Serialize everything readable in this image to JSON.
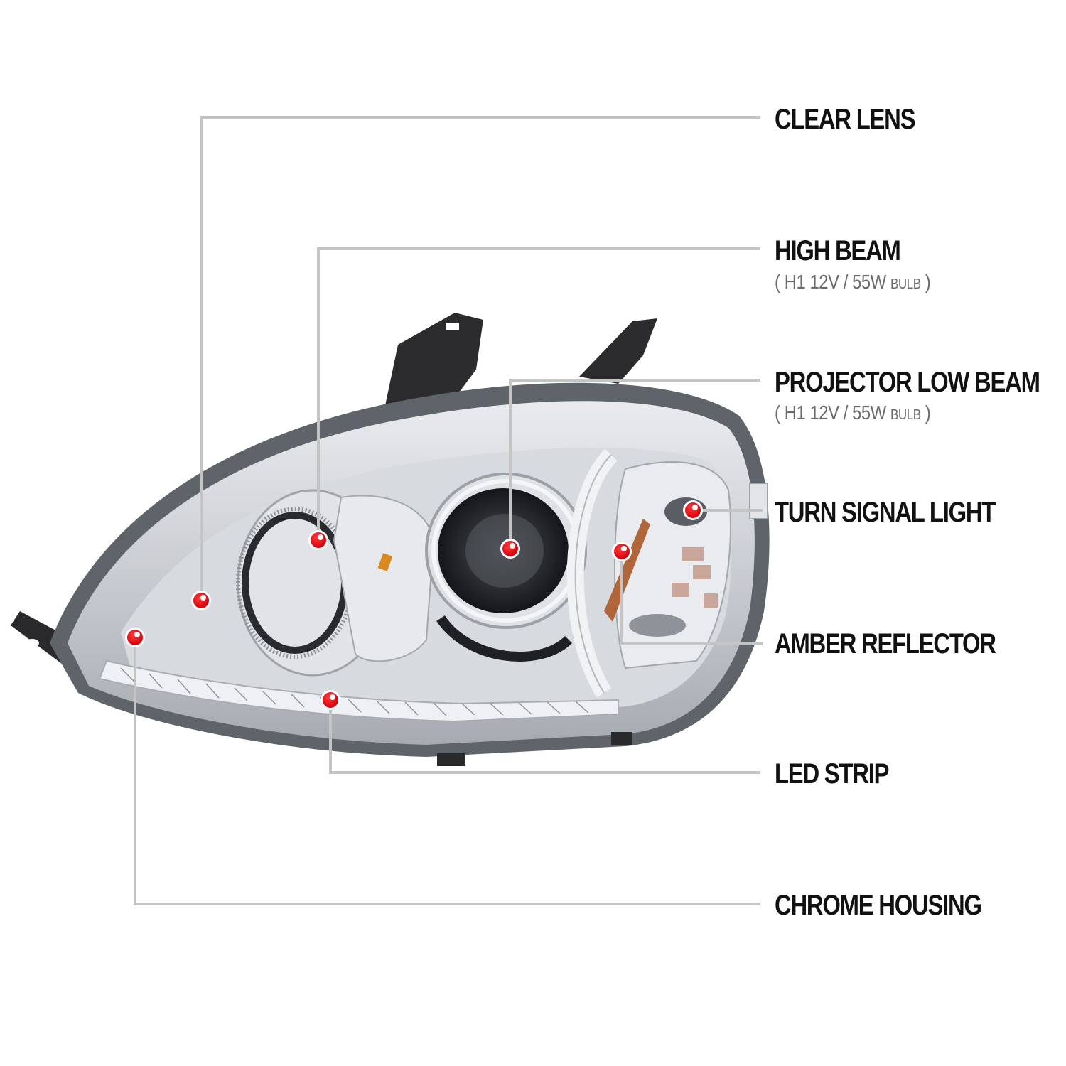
{
  "diagram": {
    "subject": "Chrome projector headlight with LED strip",
    "colors": {
      "background": "#ffffff",
      "leader_line": "#c4c4c4",
      "dot_red": "#e8000b",
      "dot_ring": "#ffffff",
      "label_text": "#111111",
      "sublabel_text": "#6b6b6b",
      "chrome": "#cfd2d6",
      "bracket": "#2a2a2a",
      "amber": "#b06a3a"
    },
    "callouts": [
      {
        "id": "clear-lens",
        "label": "CLEAR LENS",
        "sublabel": null,
        "dot": [
          283,
          845
        ],
        "corner": [
          283,
          165
        ],
        "end": [
          1070,
          165
        ]
      },
      {
        "id": "high-beam",
        "label": "HIGH BEAM",
        "sublabel": {
          "open": "(",
          "spec": "H1  12V / 55W",
          "unit": "BULB",
          "close": ")"
        },
        "dot": [
          448,
          760
        ],
        "corner": [
          448,
          350
        ],
        "end": [
          1070,
          350
        ]
      },
      {
        "id": "projector-low-beam",
        "label": "PROJECTOR LOW BEAM",
        "sublabel": {
          "open": "(",
          "spec": "H1  12V / 55W",
          "unit": "BULB",
          "close": ")"
        },
        "dot": [
          718,
          772
        ],
        "corner": [
          718,
          535
        ],
        "end": [
          1070,
          535
        ]
      },
      {
        "id": "turn-signal-light",
        "label": "TURN SIGNAL LIGHT",
        "sublabel": null,
        "dot": [
          975,
          718
        ],
        "corner": [
          975,
          718
        ],
        "end": [
          1073,
          718
        ]
      },
      {
        "id": "amber-reflector",
        "label": "AMBER REFLECTOR",
        "sublabel": null,
        "dot": [
          875,
          776
        ],
        "corner": [
          875,
          906
        ],
        "end": [
          1073,
          906
        ]
      },
      {
        "id": "led-strip",
        "label": "LED STRIP",
        "sublabel": null,
        "dot": [
          465,
          985
        ],
        "corner": [
          465,
          1087
        ],
        "end": [
          1070,
          1087
        ]
      },
      {
        "id": "chrome-housing",
        "label": "CHROME HOUSING",
        "sublabel": null,
        "dot": [
          190,
          897
        ],
        "corner": [
          190,
          1272
        ],
        "end": [
          1070,
          1272
        ]
      }
    ]
  },
  "labels": {
    "clear_lens": "CLEAR LENS",
    "high_beam": "HIGH BEAM",
    "high_beam_sub_open": "(",
    "high_beam_sub_spec": "H1  12V / 55W",
    "high_beam_sub_unit": "BULB",
    "high_beam_sub_close": ")",
    "projector_low_beam": "PROJECTOR LOW BEAM",
    "low_beam_sub_open": "(",
    "low_beam_sub_spec": "H1  12V / 55W",
    "low_beam_sub_unit": "BULB",
    "low_beam_sub_close": ")",
    "turn_signal_light": "TURN SIGNAL LIGHT",
    "amber_reflector": "AMBER REFLECTOR",
    "led_strip": "LED STRIP",
    "chrome_housing": "CHROME HOUSING"
  }
}
